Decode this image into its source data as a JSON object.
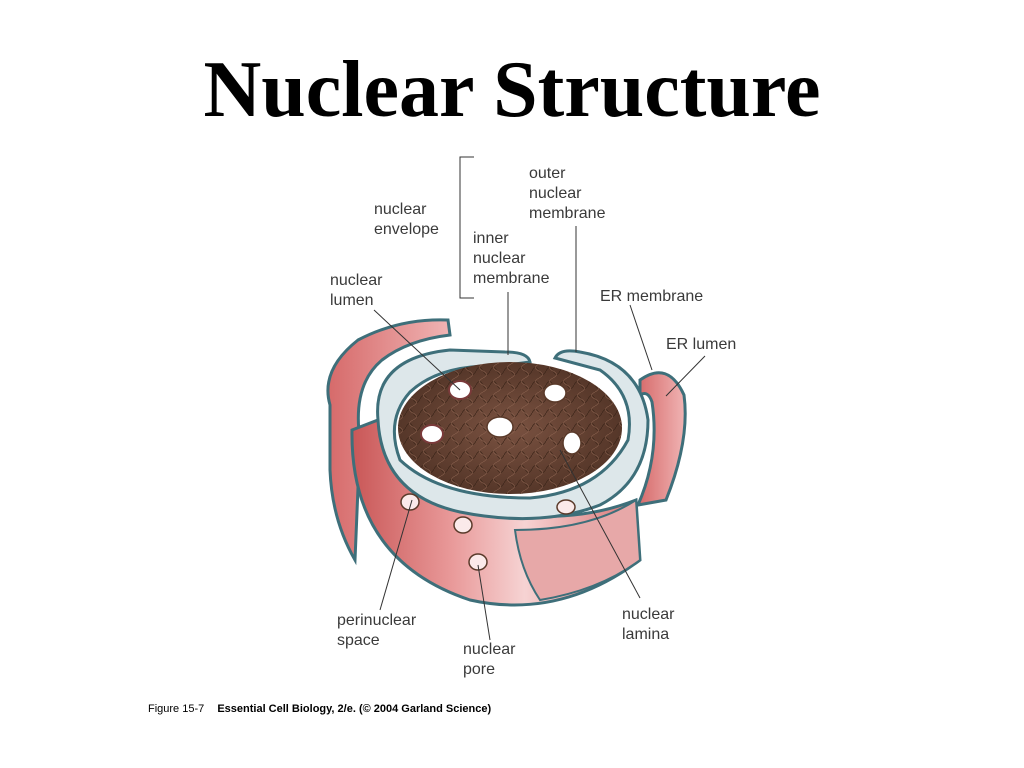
{
  "slide": {
    "title": "Nuclear Structure"
  },
  "labels": {
    "outer_nuclear_membrane": [
      "outer",
      "nuclear",
      "membrane"
    ],
    "nuclear_envelope": [
      "nuclear",
      "envelope"
    ],
    "inner_nuclear_membrane": [
      "inner",
      "nuclear",
      "membrane"
    ],
    "nuclear_lumen": [
      "nuclear",
      "lumen"
    ],
    "er_membrane": [
      "ER membrane"
    ],
    "er_lumen": [
      "ER lumen"
    ],
    "perinuclear_space": [
      "perinuclear",
      "space"
    ],
    "nuclear_pore": [
      "nuclear",
      "pore"
    ],
    "nuclear_lamina": [
      "nuclear",
      "lamina"
    ]
  },
  "caption": {
    "figure": "Figure 15-7",
    "source": "Essential Cell Biology, 2/e. (© 2004 Garland Science)"
  },
  "colors": {
    "membrane_outline": "#3e6f7a",
    "membrane_fill": "#dde7ea",
    "outer_wall": "#d46a6a",
    "outer_wall_light": "#f3c4c4",
    "nucleoplasm": "#6a4432",
    "pore_fill": "#ffffff"
  }
}
